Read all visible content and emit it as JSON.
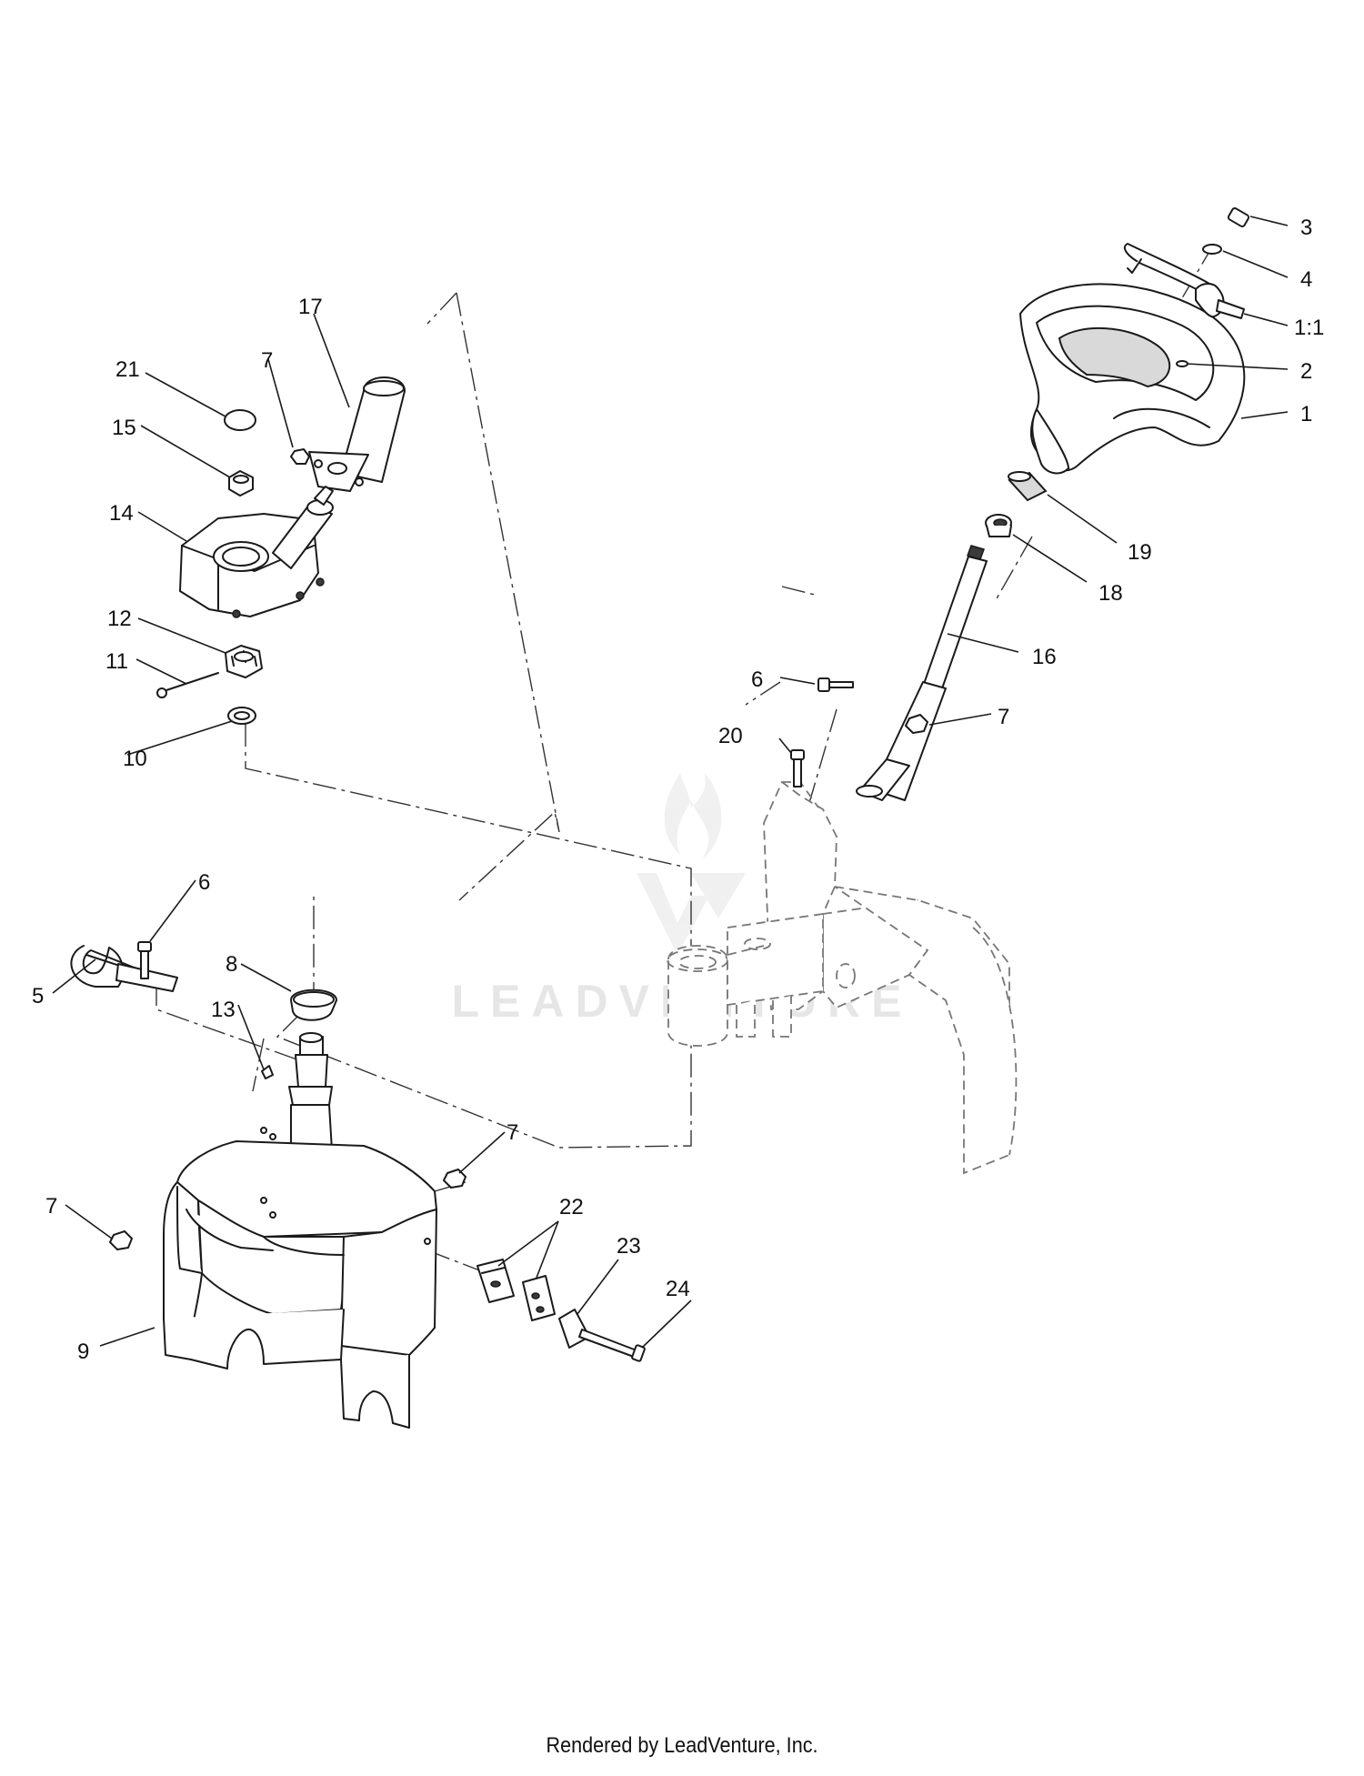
{
  "watermark": {
    "text": "LEADVENTURE"
  },
  "callouts": [
    {
      "label": "3"
    },
    {
      "label": "4"
    },
    {
      "label": "1:1"
    },
    {
      "label": "2"
    },
    {
      "label": "1"
    },
    {
      "label": "19"
    },
    {
      "label": "18"
    },
    {
      "label": "16"
    },
    {
      "label": "6"
    },
    {
      "label": "7"
    },
    {
      "label": "20"
    },
    {
      "label": "17"
    },
    {
      "label": "7"
    },
    {
      "label": "21"
    },
    {
      "label": "15"
    },
    {
      "label": "14"
    },
    {
      "label": "12"
    },
    {
      "label": "11"
    },
    {
      "label": "10"
    },
    {
      "label": "6"
    },
    {
      "label": "5"
    },
    {
      "label": "8"
    },
    {
      "label": "13"
    },
    {
      "label": "7"
    },
    {
      "label": "7"
    },
    {
      "label": "22"
    },
    {
      "label": "23"
    },
    {
      "label": "24"
    },
    {
      "label": "9"
    }
  ],
  "footer": {
    "text": "Rendered by LeadVenture, Inc."
  }
}
